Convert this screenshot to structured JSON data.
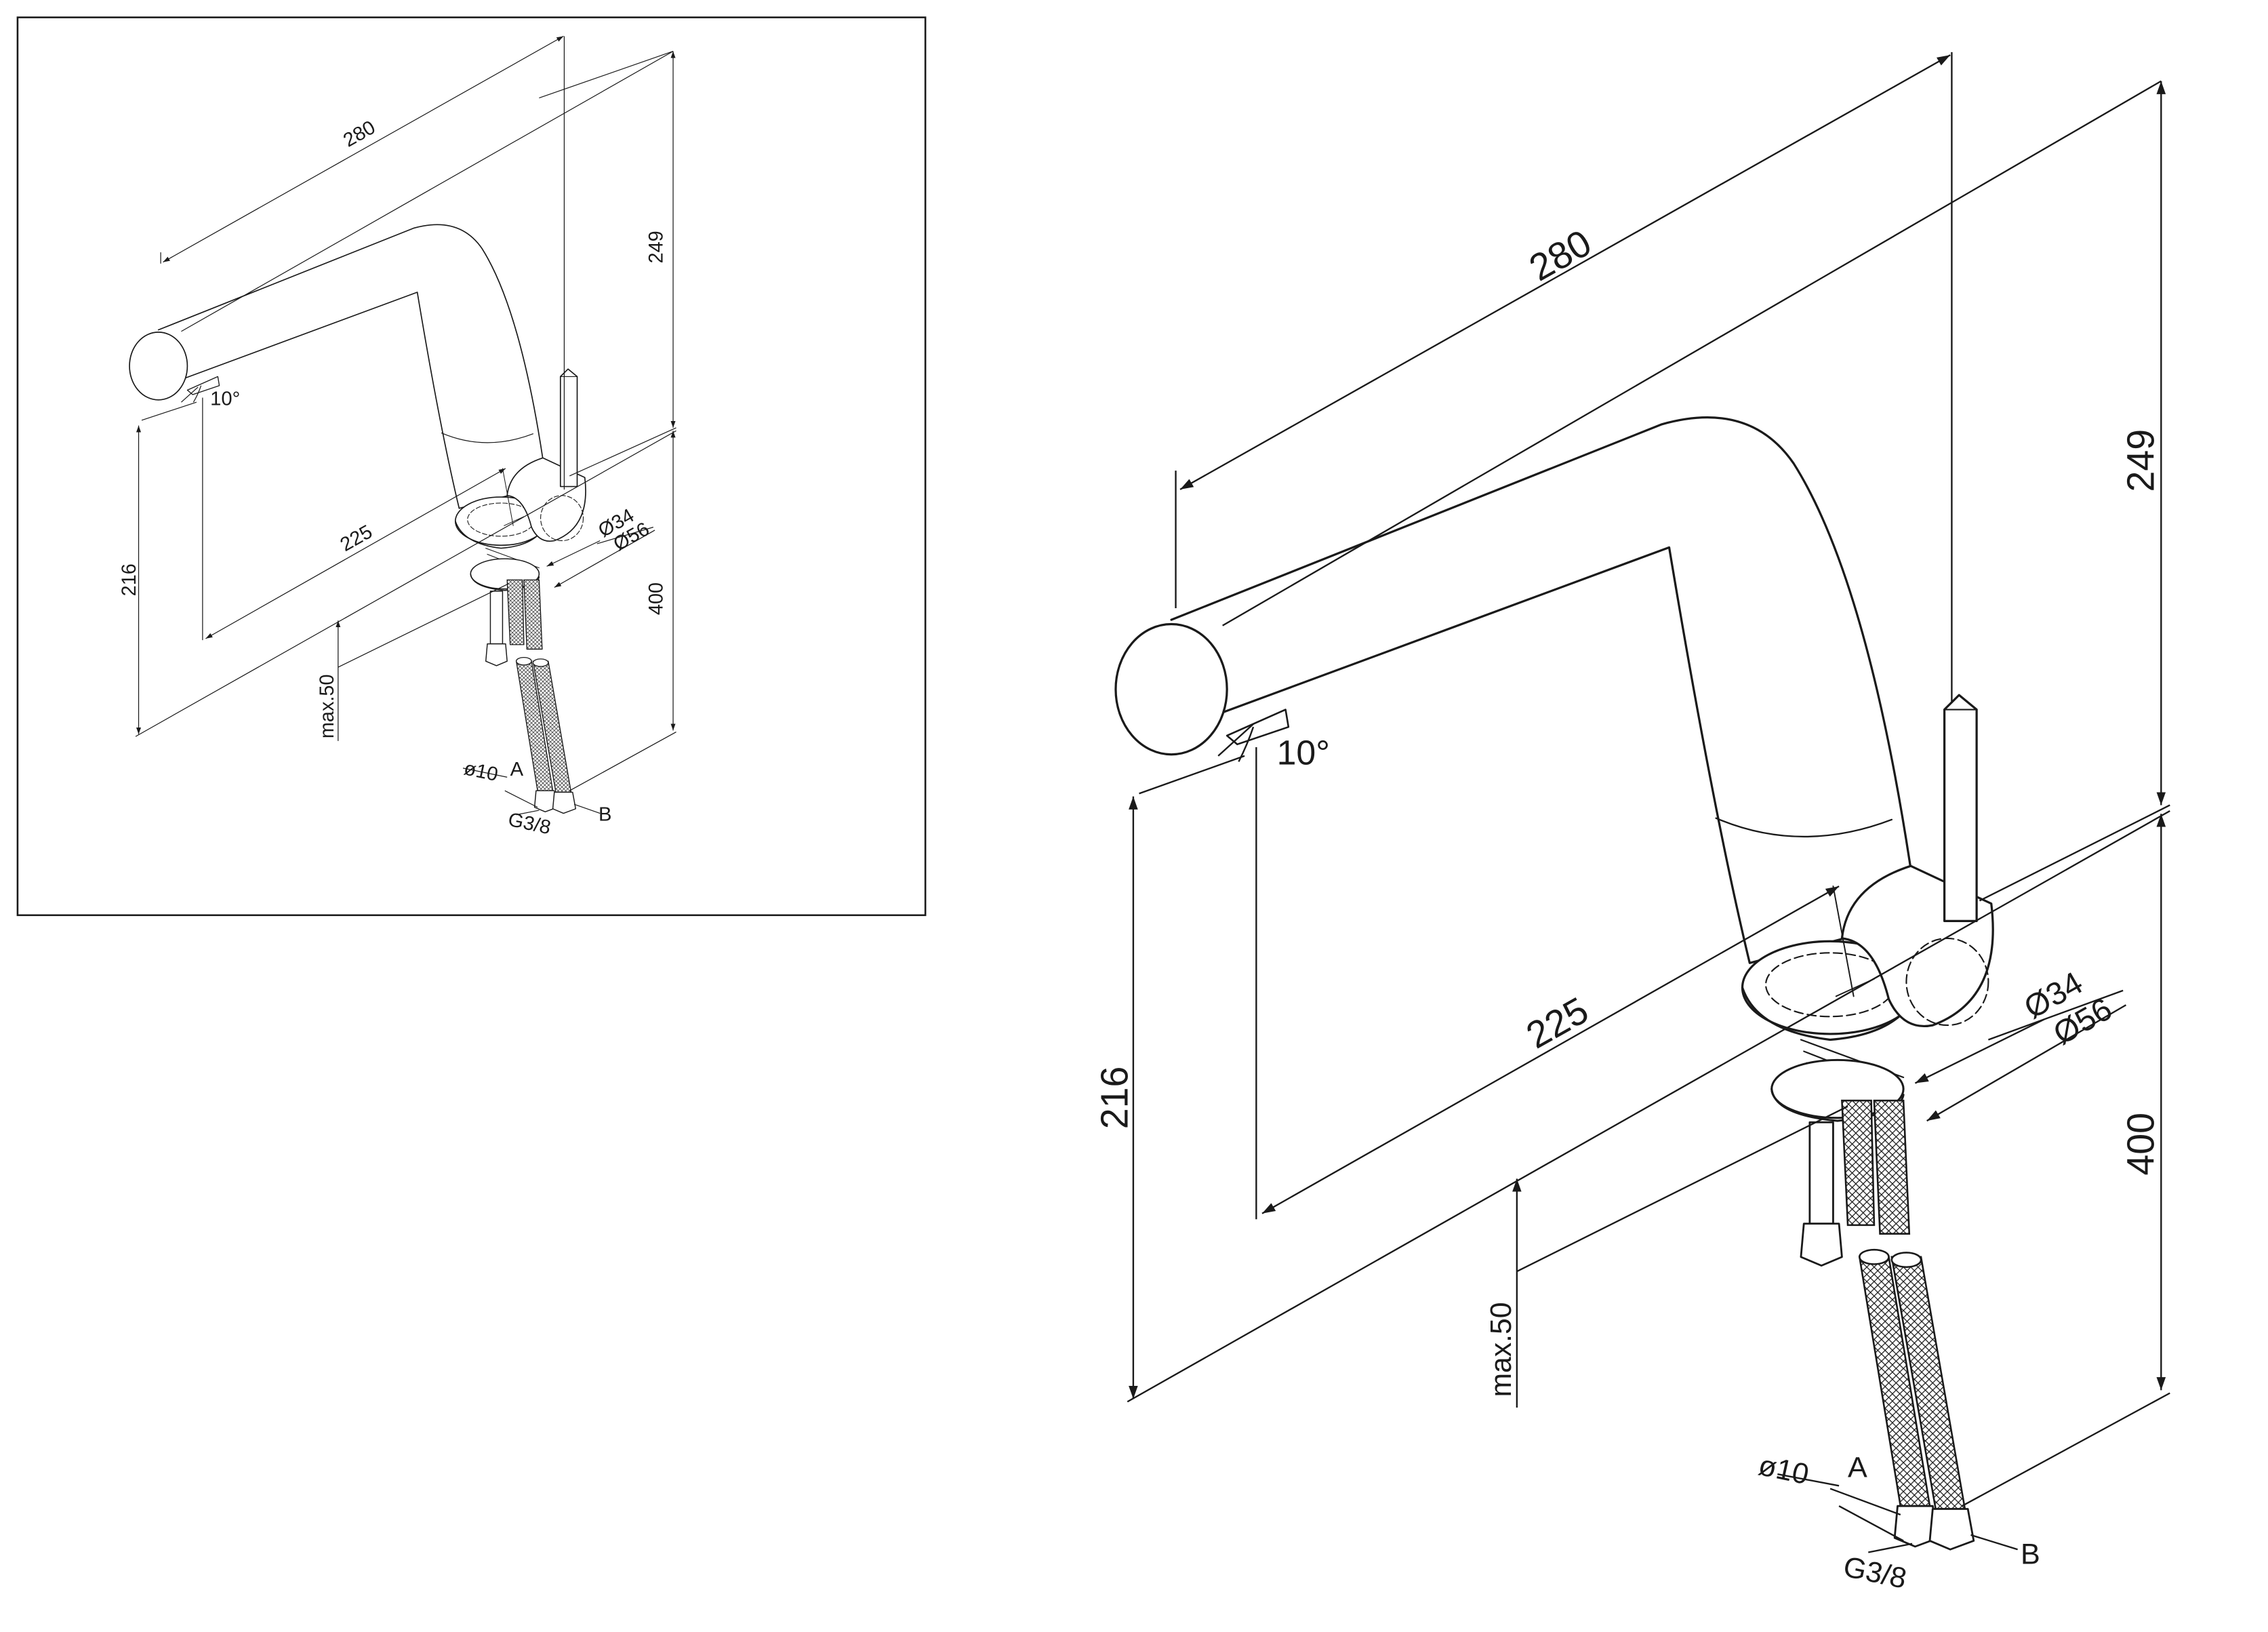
{
  "dimensions": {
    "length": "280",
    "height_above_deck": "249",
    "spout_height": "216",
    "reach": "225",
    "hole_diameter": "Ø34",
    "base_diameter": "Ø56",
    "deck_thickness": "max.50",
    "hose_length": "400",
    "spout_angle": "10°",
    "supply_pipe": "ø10",
    "connection_thread": "G3/8",
    "hose_a": "A",
    "hose_b": "B"
  }
}
